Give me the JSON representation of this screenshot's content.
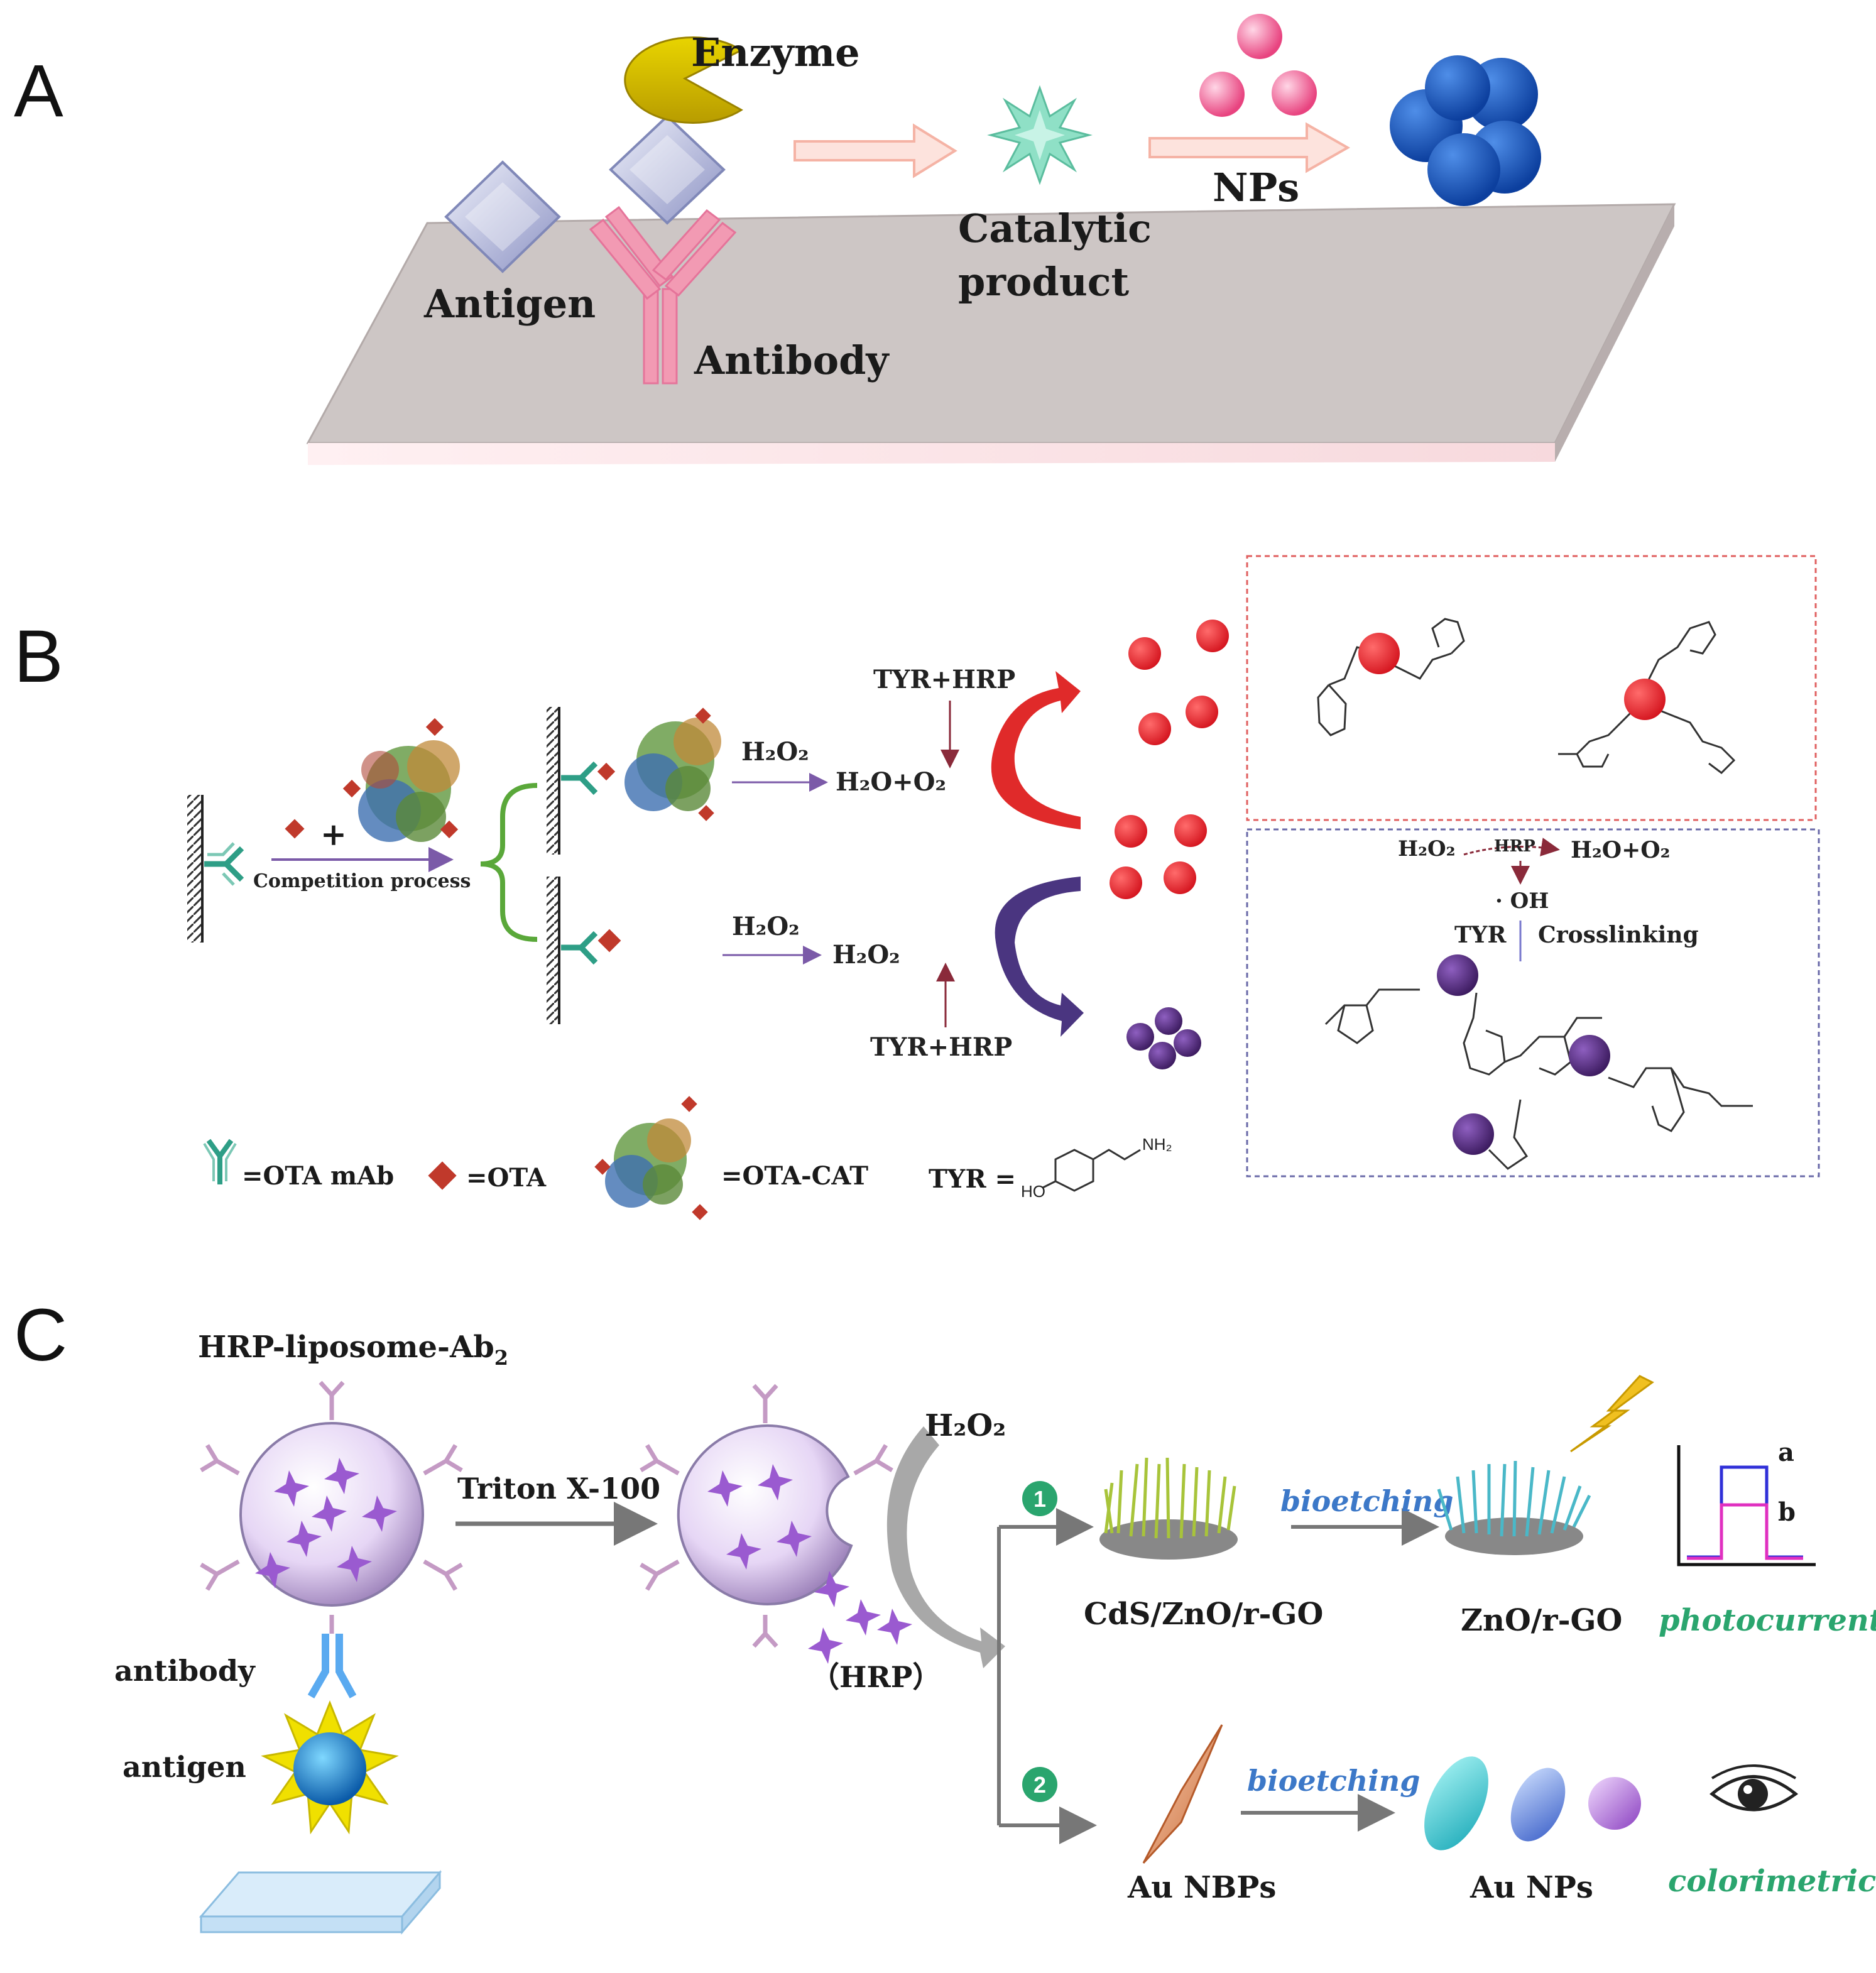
{
  "panels": {
    "a": {
      "letter": "A",
      "enzyme": "Enzyme",
      "antigen": "Antigen",
      "antibody": "Antibody",
      "catalytic_product_line1": "Catalytic",
      "catalytic_product_line2": "product",
      "nps": "NPs"
    },
    "b": {
      "letter": "B",
      "competition": "Competition process",
      "plus": "+",
      "h2o2_top": "H₂O₂",
      "h2o_o2_top": "H₂O+O₂",
      "h2o2_bottom": "H₂O₂",
      "h2o2_bottom_result": "H₂O₂",
      "tyr_hrp_top": "TYR+HRP",
      "tyr_hrp_bottom": "TYR+HRP",
      "box2_h2o2": "H₂O₂",
      "box2_hrp": "HRP",
      "box2_h2o_o2": "H₂O+O₂",
      "box2_oh": "· OH",
      "box2_tyr": "TYR",
      "box2_crosslinking": "Crosslinking",
      "legend_mab": "=OTA mAb",
      "legend_ota": "=OTA",
      "legend_cat": "=OTA-CAT",
      "legend_tyr": "TYR =",
      "legend_nh2": "NH₂",
      "legend_ho": "HO",
      "colors": {
        "red_particle": "#e8222c",
        "purple_particle": "#5a2d82",
        "ota_diamond": "#c0392b",
        "antibody_green": "#2e9e86"
      }
    },
    "c": {
      "letter": "C",
      "hrp_liposome": "HRP-liposome-Ab",
      "hrp_liposome_sub": "2",
      "triton": "Triton X-100",
      "h2o2": "H₂O₂",
      "hrp_label": "（HRP）",
      "antibody": "antibody",
      "antigen": "antigen",
      "step1": "1",
      "step2": "2",
      "bioetching1": "bioetching",
      "bioetching2": "bioetching",
      "cds_zno": "CdS/ZnO/r-GO",
      "zno_rgo": "ZnO/r-GO",
      "photocurrent": "photocurrent",
      "au_nbps": "Au NBPs",
      "au_nps": "Au NPs",
      "colorimetric": "colorimetric",
      "curve_a": "a",
      "curve_b": "b"
    }
  }
}
